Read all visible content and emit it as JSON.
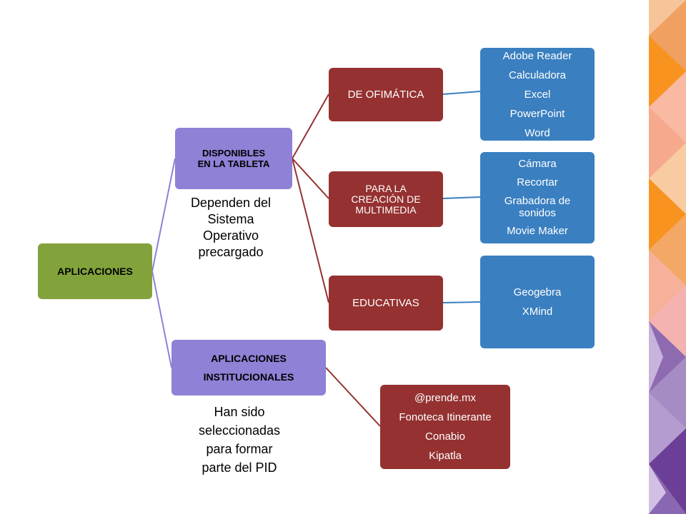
{
  "root": {
    "label": "APLICACIONES"
  },
  "branch1": {
    "label_line1": "DISPONIBLES",
    "label_line2": "EN LA TABLETA"
  },
  "branch2": {
    "label_line1": "APLICACIONES",
    "label_line2": "INSTITUCIONALES"
  },
  "categories": [
    {
      "label_lines": [
        "DE OFIMÁTICA"
      ]
    },
    {
      "label_lines": [
        "PARA LA",
        "CREACIÓN DE",
        "MULTIMEDIA"
      ]
    },
    {
      "label_lines": [
        "EDUCATIVAS"
      ]
    }
  ],
  "app_lists": [
    {
      "items": [
        "Adobe Reader",
        "Calculadora",
        "Excel",
        "PowerPoint",
        "Word"
      ]
    },
    {
      "items": [
        "Cámara",
        "Recortar",
        "Grabadora de sonidos",
        "Movie Maker"
      ]
    },
    {
      "items": [
        "Geogebra",
        "XMind"
      ]
    }
  ],
  "institutional_list": {
    "items": [
      "@prende.mx",
      "Fonoteca Itinerante",
      "Conabio",
      "Kipatla"
    ]
  },
  "notes": {
    "branch1_lines": [
      "Dependen del",
      "Sistema",
      "Operativo",
      "precargado"
    ],
    "branch2_lines": [
      "Han sido",
      "seleccionadas",
      "para formar",
      "parte del PID"
    ]
  },
  "colors": {
    "root": "#82a33b",
    "branch": "#8e81d6",
    "category": "#953131",
    "app_list": "#3a7fc0",
    "institutional_list": "#953131"
  }
}
